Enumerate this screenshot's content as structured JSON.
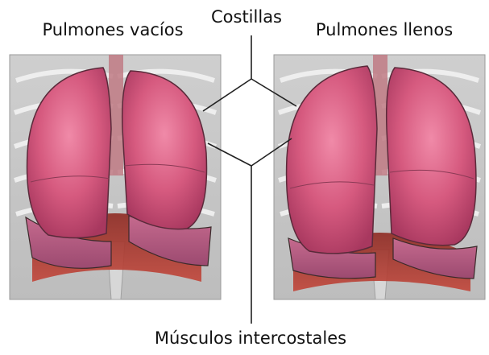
{
  "labels": {
    "empty_lungs": "Pulmones vacíos",
    "ribs": "Costillas",
    "full_lungs": "Pulmones llenos",
    "intercostal_muscles": "Músculos intercostales"
  },
  "colors": {
    "lung": "#d65a7f",
    "lung_highlight": "#ee88a6",
    "lung_lower": "#b85a80",
    "background_panel": "#d9d9d9",
    "rib": "#ececec",
    "muscle": "#b83a2e",
    "trachea": "#c07a84",
    "line": "#222222"
  }
}
